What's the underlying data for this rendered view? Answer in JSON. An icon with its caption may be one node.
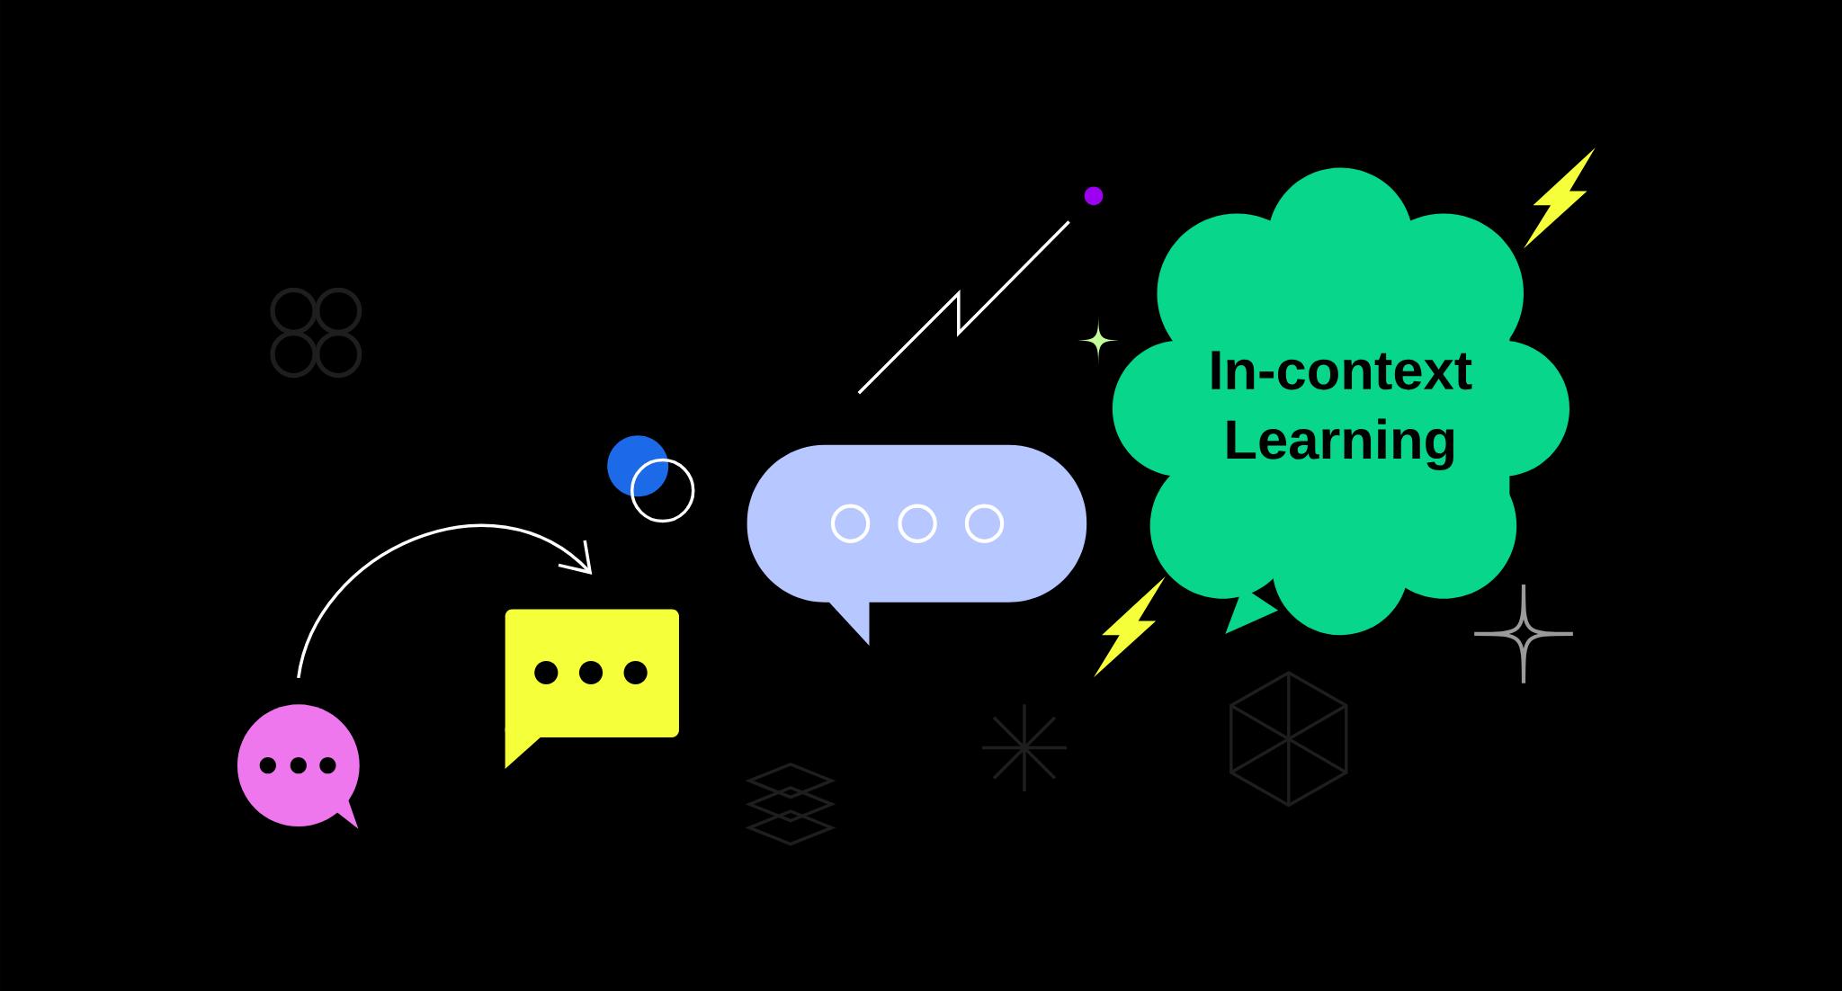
{
  "diagram": {
    "nodes": [
      {
        "text": [],
        "shape": "bubble"
      },
      {
        "text": [],
        "shape": "bubble"
      },
      {
        "text": [],
        "shape": "bubble"
      },
      {
        "text": [
          "In-context Learning"
        ]
      }
    ],
    "edges": [
      {
        "from": 0,
        "to": 1,
        "arrow": "to"
      }
    ]
  }
}
